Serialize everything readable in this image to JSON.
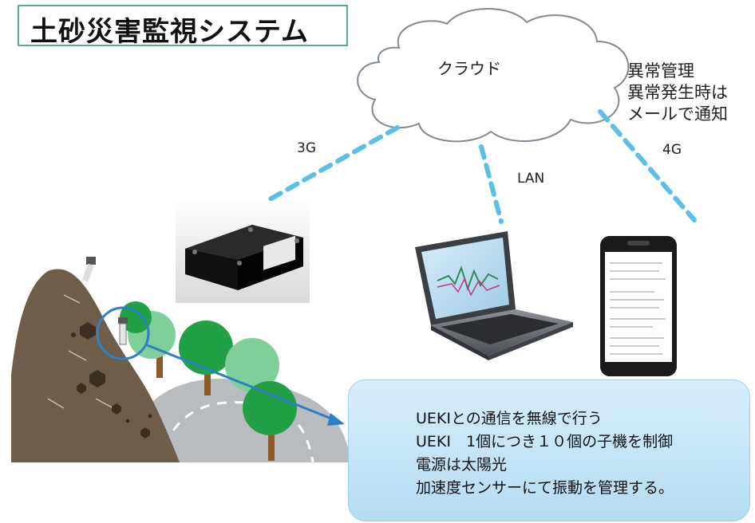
{
  "title": "土砂災害監視システム",
  "cloud": {
    "label": "クラウド"
  },
  "alert": {
    "lines": [
      "異常管理",
      "異常発生時は",
      "メールで通知"
    ]
  },
  "links": {
    "g3": "3G",
    "lan": "LAN",
    "g4": "4G"
  },
  "info": {
    "lines": [
      "UEKIとの通信を無線で行う",
      "UEKI　1個につき１０個の子機を制御",
      "電源は太陽光",
      "加速度センサーにて振動を管理する。"
    ]
  },
  "colors": {
    "dashed_link": "#5bc0e6",
    "title_border": "#5cae8f",
    "tree_green": "#22a046",
    "tree_light": "#7fcf9a",
    "mountain": "#6e5d4a",
    "road": "#b9bcbf",
    "pointer_arrow": "#2f7fc4",
    "info_box": "#c7e6f6"
  }
}
